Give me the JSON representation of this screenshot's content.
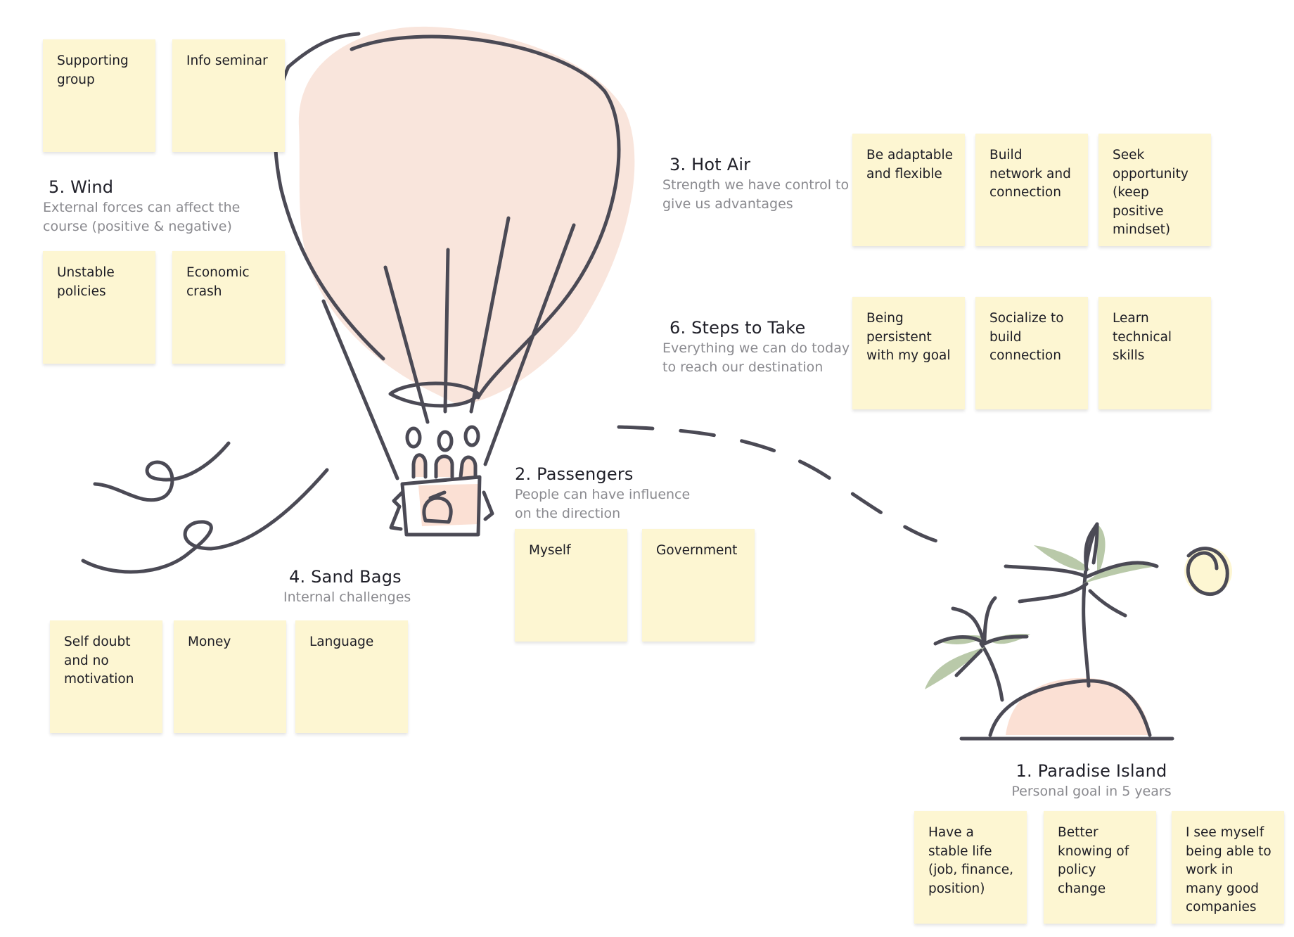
{
  "colors": {
    "line": "#4b4a55",
    "balloon_fill": "#f9e5dc",
    "island_fill": "#fbe0d4",
    "leaf": "#b9c9a9",
    "sun": "#fdf6d2",
    "note": "#fdf6d2"
  },
  "sections": {
    "paradise": {
      "heading": "1. Paradise Island",
      "subtitle": "Personal goal in 5 years",
      "notes": [
        "Have a stable life (job, finance, position)",
        "Better knowing of policy change",
        "I see myself being able to work in many good companies"
      ]
    },
    "passengers": {
      "heading": "2. Passengers",
      "subtitle": "People can have influence on the direction",
      "notes": [
        "Myself",
        "Government"
      ]
    },
    "hot_air": {
      "heading": "3. Hot Air",
      "subtitle": "Strength we have control to give us advantages",
      "notes": [
        "Be adaptable and flexible",
        "Build network and connection",
        "Seek opportunity (keep positive mindset)"
      ]
    },
    "sand_bags": {
      "heading": "4. Sand Bags",
      "subtitle": "Internal challenges",
      "notes": [
        "Self doubt and no motivation",
        "Money",
        "Language"
      ]
    },
    "wind": {
      "heading": "5. Wind",
      "subtitle": "External forces can affect the course (positive & negative)",
      "top_notes": [
        "Supporting group",
        "Info seminar"
      ],
      "notes": [
        "Unstable policies",
        "Economic crash"
      ]
    },
    "steps": {
      "heading": "6. Steps to Take",
      "subtitle": "Everything we can do today to reach our destination",
      "notes": [
        "Being persistent with my goal",
        "Socialize to build connection",
        "Learn technical skills"
      ]
    }
  }
}
